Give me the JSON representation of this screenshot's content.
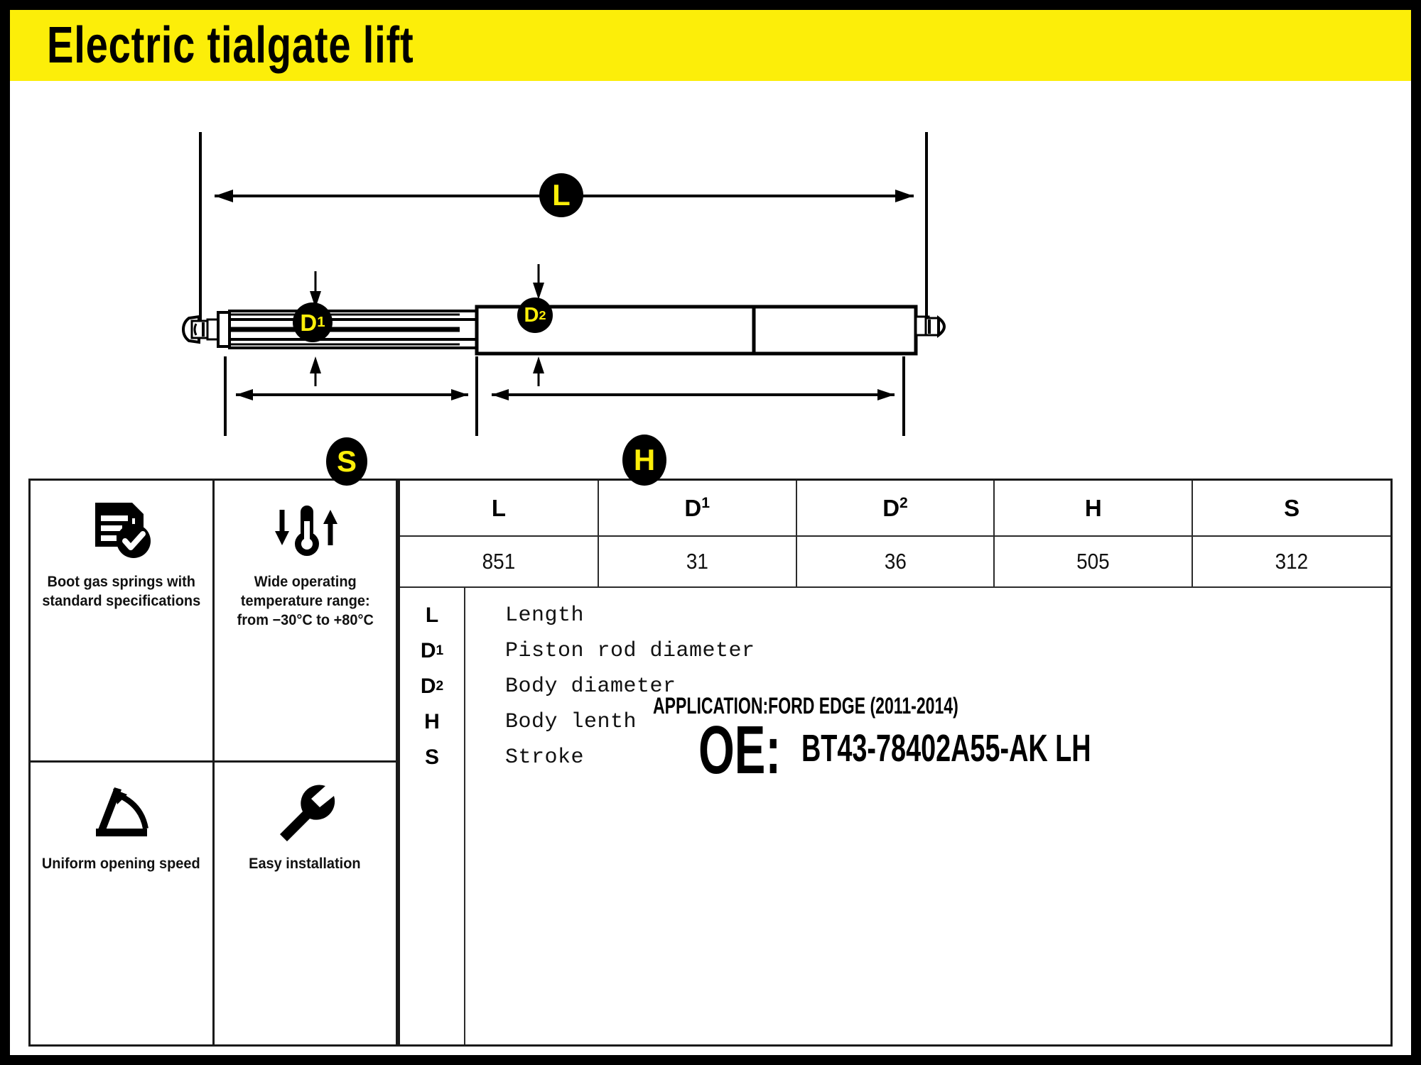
{
  "header": {
    "title": "Electric tialgate lift",
    "banner_color": "#fcee09"
  },
  "diagram": {
    "badges": {
      "L": "L",
      "D1_letter": "D",
      "D1_sup": "1",
      "D2_letter": "D",
      "D2_sup": "2",
      "S": "S",
      "H": "H"
    },
    "badge_text_color": "#fcee09",
    "badge_fill_color": "#000000"
  },
  "features": [
    {
      "icon": "document-check-icon",
      "label": "Boot gas springs with standard specifications"
    },
    {
      "icon": "thermometer-range-icon",
      "label": "Wide operating temperature range: from −30°C to +80°C"
    },
    {
      "icon": "opening-angle-icon",
      "label": "Uniform opening speed"
    },
    {
      "icon": "wrench-icon",
      "label": "Easy installation"
    }
  ],
  "dimension_table": {
    "headers": [
      {
        "letter": "L",
        "sup": ""
      },
      {
        "letter": "D",
        "sup": "1"
      },
      {
        "letter": "D",
        "sup": "2"
      },
      {
        "letter": "H",
        "sup": ""
      },
      {
        "letter": "S",
        "sup": ""
      }
    ],
    "values": [
      "851",
      "31",
      "36",
      "505",
      "312"
    ]
  },
  "legend": [
    {
      "key": "L",
      "sup": "",
      "desc": "Length"
    },
    {
      "key": "D",
      "sup": "1",
      "desc": "Piston rod diameter"
    },
    {
      "key": "D",
      "sup": "2",
      "desc": "Body diameter"
    },
    {
      "key": "H",
      "sup": "",
      "desc": "Body lenth"
    },
    {
      "key": "S",
      "sup": "",
      "desc": "Stroke"
    }
  ],
  "application": {
    "text": "APPLICATION:FORD EDGE (2011-2014)"
  },
  "oe": {
    "label": "OE:",
    "value": "BT43-78402A55-AK  LH"
  }
}
